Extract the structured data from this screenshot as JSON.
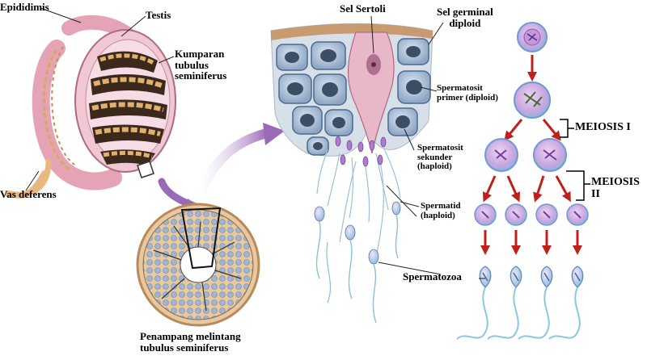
{
  "labels": {
    "epididimis": "Epididimis",
    "testis": "Testis",
    "kumparan_1": "Kumparan",
    "kumparan_2": "tubulus",
    "kumparan_3": "seminiferus",
    "vas_deferens": "Vas deferens",
    "penampang_1": "Penampang melintang",
    "penampang_2": "tubulus seminiferus",
    "sel_sertoli": "Sel Sertoli",
    "sel_germinal_1": "Sel germinal",
    "sel_germinal_2": "diploid",
    "spermatosit_primer_1": "Spermatosit",
    "spermatosit_primer_2": "primer (diploid)",
    "spermatosit_sekunder_1": "Spermatosit",
    "spermatosit_sekunder_2": "sekunder",
    "spermatosit_sekunder_3": "(haploid)",
    "spermatid_1": "Spermatid",
    "spermatid_2": "(haploid)",
    "spermatozoa": "Spermatozoa",
    "meiosis_1": "MEIOSIS I",
    "meiosis_2a": "MEIOSIS",
    "meiosis_2b": "II"
  },
  "colors": {
    "cell_fill": "#c9a6e0",
    "cell_ring": "#7aa8d8",
    "nucleus": "#7c3f9c",
    "arrow_red": "#c0201c",
    "testis_pink": "#e8a8b8",
    "tubule_tan": "#d9a860",
    "sertoli_pink": "#e8b8c8",
    "tissue_blue": "#b8c8dc"
  }
}
